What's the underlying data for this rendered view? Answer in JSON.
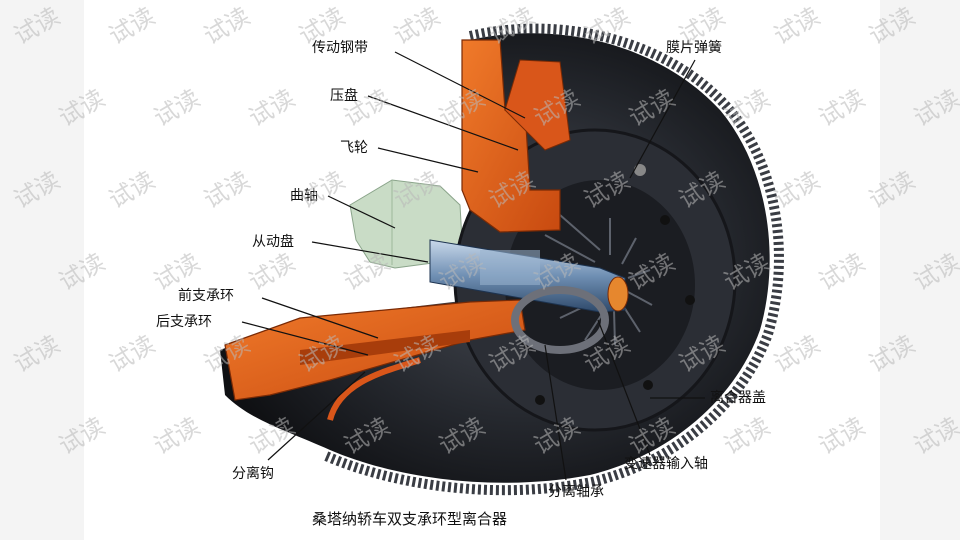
{
  "diagram": {
    "labels": {
      "steel_band": "传动钢带",
      "pressure_plate": "压盘",
      "flywheel": "飞轮",
      "crankshaft": "曲轴",
      "driven_disc": "从动盘",
      "front_ring": "前支承环",
      "rear_ring": "后支承环",
      "release_hook": "分离钩",
      "diaphragm_spring": "膜片弹簧",
      "clutch_cover": "离合器盖",
      "input_shaft": "变速器输入轴",
      "release_bearing": "分离轴承"
    },
    "caption": "桑塔纳轿车双支承环型离合器",
    "watermark": "试读",
    "colors": {
      "cutaway_orange": "#e8601c",
      "housing_dark": "#1f2126",
      "shaft_blue": "#6f8fb3",
      "engine_block_green": "#c9dcc6",
      "background": "#f4f4f4"
    }
  }
}
